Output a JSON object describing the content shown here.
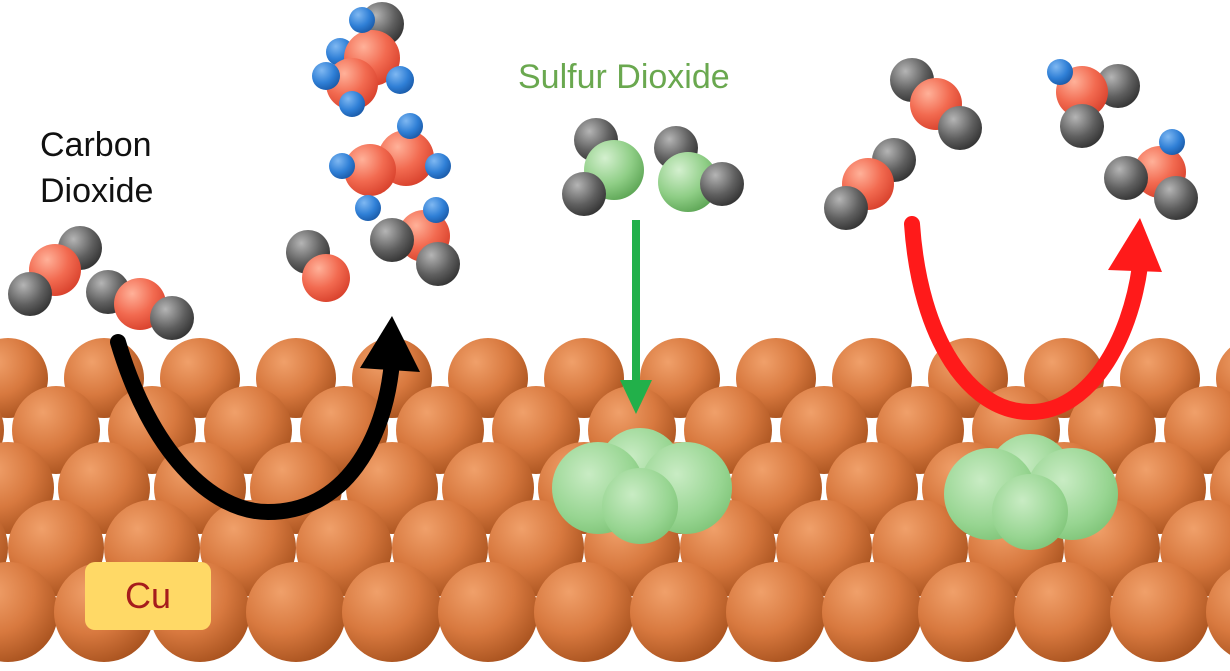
{
  "labels": {
    "carbon_dioxide_line1": "Carbon",
    "carbon_dioxide_line2": "Dioxide",
    "sulfur_dioxide": "Sulfur Dioxide",
    "copper": "Cu"
  },
  "colors": {
    "copper_atom": "#d8793f",
    "copper_atom_dark": "#b35a27",
    "carbon_atom": "#6b6b6b",
    "oxygen_atom": "#f07058",
    "hydrogen_atom": "#2f7fd6",
    "sulfur_atom": "#8fce86",
    "adsorbed_sulfur": "#9fd99a",
    "arrow_unpoisoned": "#000000",
    "arrow_so2": "#22b04a",
    "arrow_poisoned": "#ff1a1a",
    "co2_label": "#111111",
    "so2_label": "#6aa84f",
    "cu_badge_bg": "#ffd966",
    "cu_badge_text": "#a61c1c"
  }
}
